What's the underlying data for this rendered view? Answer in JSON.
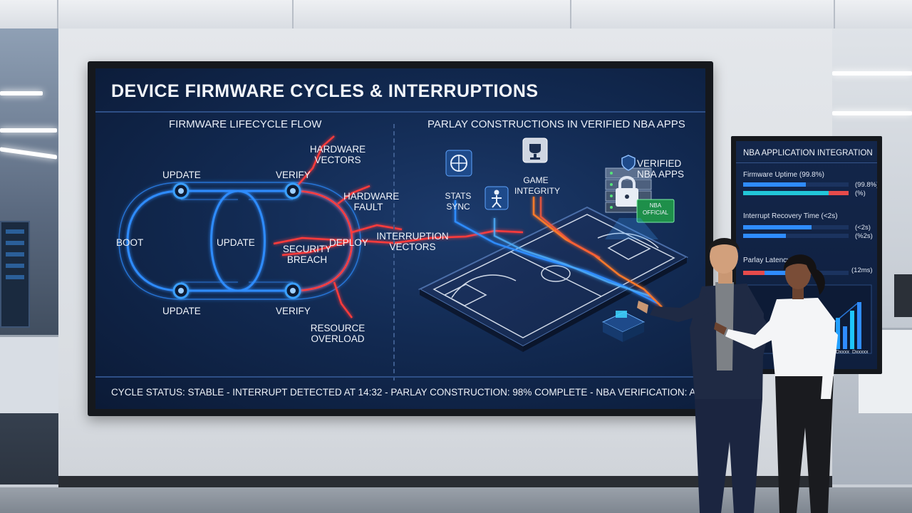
{
  "screen": {
    "title": "DEVICE FIRMWARE CYCLES & INTERRUPTIONS",
    "left_section_title": "FIRMWARE LIFECYCLE FLOW",
    "right_section_title": "PARLAY CONSTRUCTIONS IN VERIFIED NBA APPS",
    "status_bar": "CYCLE STATUS: STABLE - INTERRUPT DETECTED AT 14:32 - PARLAY CONSTRUCTION: 98% COMPLETE - NBA VERIFICATION: ACTIVE"
  },
  "lifecycle": {
    "update_top": "UPDATE",
    "verify_top": "VERIFY",
    "boot": "BOOT",
    "update_mid": "UPDATE",
    "deploy": "DEPLOY",
    "update_bottom": "UPDATE",
    "verify_bottom": "VERIFY",
    "security_breach": "SECURITY BREACH",
    "hardware_vectors": "HARDWARE VECTORS",
    "hardware_fault": "HARDWARE FAULT",
    "interruption_vectors": "INTERRUPTION VECTORS",
    "resource_overload": "RESOURCE OVERLOAD"
  },
  "parlay": {
    "stats_sync": "STATS SYNC",
    "game_integrity": "GAME INTEGRITY",
    "verified_nba_apps": "VERIFIED NBA APPS",
    "nba_official": "NBA OFFICIAL"
  },
  "panel": {
    "title": "NBA APPLICATION INTEGRATION",
    "metrics": [
      {
        "label": "Firmware Uptime (99.8%)",
        "value": "(99.8%)",
        "value2": "(%)"
      },
      {
        "label": "Interrupt Recovery Time (<2s)",
        "value": "(<2s)",
        "value2": "(%2s)"
      },
      {
        "label": "Parlay Latency",
        "value": "(12ms)"
      }
    ],
    "chart_labels": [
      "Dxxxx",
      "Dxxxxx"
    ]
  },
  "colors": {
    "screen_bg": "#122a52",
    "flow_blue": "#2f8cff",
    "interrupt_red": "#ff3b3b",
    "path_orange": "#ff7a2a",
    "bar_blue": "#2f8cff",
    "bar_red": "#e54b4b",
    "bar_cyan": "#22c6d8"
  },
  "icons": [
    "basketball-icon",
    "player-icon",
    "trophy-icon",
    "lock-icon",
    "server-icon",
    "shield-icon"
  ]
}
